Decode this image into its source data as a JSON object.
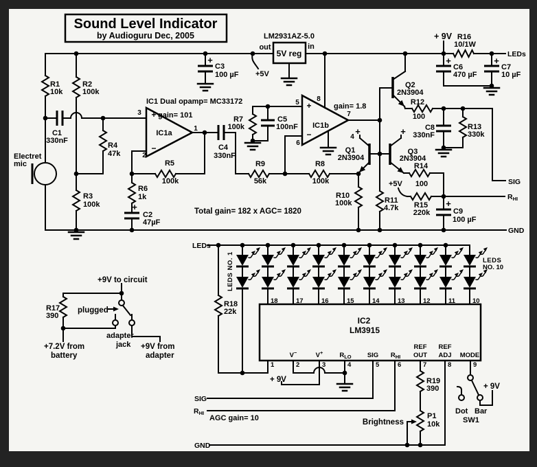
{
  "colors": {
    "border": "#232323",
    "paper": "#f5f5f2",
    "ink": "#000000"
  },
  "title": {
    "main": "Sound Level Indicator",
    "sub": "by Audioguru Dec, 2005"
  },
  "reg": {
    "part": "LM2931AZ-5.0",
    "label": "5V reg",
    "out": "out",
    "in": "in",
    "v5": "+5V"
  },
  "notes": {
    "ic1": "IC1  Dual opamp= MC33172",
    "gain_a": "gain= 101",
    "gain_b": "gain= 1.8",
    "total": "Total gain= 182 x AGC= 1820",
    "agc": "AGC gain= 10",
    "brightness": "Brightness",
    "plugged": "plugged"
  },
  "mic": {
    "l1": "Electret",
    "l2": "mic"
  },
  "r": {
    "r1": [
      "R1",
      "10k"
    ],
    "r2": [
      "R2",
      "100k"
    ],
    "r3": [
      "R3",
      "100k"
    ],
    "r4": [
      "R4",
      "47k"
    ],
    "r5": [
      "R5",
      "100k"
    ],
    "r6": [
      "R6",
      "1k"
    ],
    "r7": [
      "R7",
      "100k"
    ],
    "r8": [
      "R8",
      "100k"
    ],
    "r9": [
      "R9",
      "56k"
    ],
    "r10": [
      "R10",
      "100k"
    ],
    "r11": [
      "R11",
      "4.7k"
    ],
    "r12": [
      "R12",
      "100"
    ],
    "r13": [
      "R13",
      "330k"
    ],
    "r14": [
      "R14",
      "100"
    ],
    "r15": [
      "R15",
      "220k"
    ],
    "r16": [
      "R16",
      "10/1W"
    ],
    "r17": [
      "R17",
      "390"
    ],
    "r18": [
      "R18",
      "22k"
    ],
    "r19": [
      "R19",
      "390"
    ],
    "p1": [
      "P1",
      "10k"
    ]
  },
  "c": {
    "c1": [
      "C1",
      "330nF"
    ],
    "c2": [
      "C2",
      "47µF"
    ],
    "c3": [
      "C3",
      "100 µF"
    ],
    "c4": [
      "C4",
      "330nF"
    ],
    "c5": [
      "C5",
      "100nF"
    ],
    "c6": [
      "C6",
      "470 µF"
    ],
    "c7": [
      "C7",
      "10 µF"
    ],
    "c8": [
      "C8",
      "330nF"
    ],
    "c9": [
      "C9",
      "100 µF"
    ]
  },
  "q": {
    "q1": [
      "Q1",
      "2N3904"
    ],
    "q2": [
      "Q2",
      "2N3904"
    ],
    "q3": [
      "Q3",
      "2N3904"
    ]
  },
  "op": {
    "a": {
      "name": "IC1a",
      "p": "3",
      "n": "2",
      "o": "1"
    },
    "b": {
      "name": "IC1b",
      "p": "5",
      "n": "6",
      "o": "7",
      "vp": "8",
      "vn": "4"
    }
  },
  "sym": {
    "plus": "+",
    "minus": "−"
  },
  "pwr": {
    "v9": "+ 9V",
    "v9c": "+9V to circuit",
    "batt1": "+7.2V from",
    "batt2": "battery",
    "adp1": "+9V from",
    "adp2": "adapter",
    "jack1": "adapter",
    "jack2": "jack"
  },
  "net": {
    "leds": "LEDs",
    "sig": "SIG",
    "gnd": "GND",
    "rhi_r": "R",
    "rhi_s": "HI"
  },
  "ic2": {
    "name": "IC2",
    "part": "LM3915",
    "top": [
      "18",
      "17",
      "16",
      "15",
      "14",
      "13",
      "12",
      "11",
      "10"
    ],
    "bot": [
      "1",
      "2",
      "3",
      "4",
      "5",
      "6",
      "7",
      "8",
      "9"
    ],
    "pins": {
      "vm": "V",
      "vm_s": "−",
      "vp": "V",
      "vp_s": "+",
      "rlo": "R",
      "rlo_s": "LO",
      "sig": "SIG",
      "rhi": "R",
      "rhi_s": "HI",
      "ref1": "REF",
      "out": "OUT",
      "ref2": "REF",
      "adj": "ADJ",
      "mode": "MODE"
    }
  },
  "led": {
    "no1": "LEDS NO. 1",
    "no10a": "LEDS",
    "no10b": "NO. 10"
  },
  "sw": {
    "dot": "Dot",
    "bar": "Bar",
    "name": "SW1"
  }
}
